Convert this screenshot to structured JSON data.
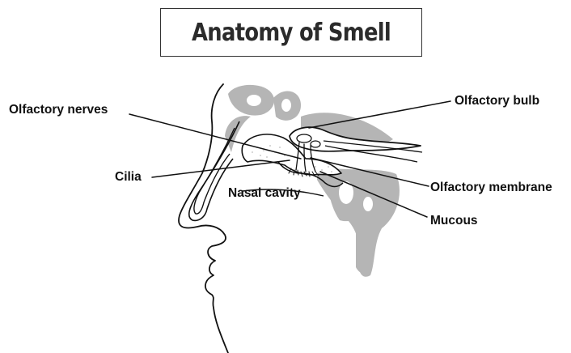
{
  "title": "Anatomy of Smell",
  "labels": {
    "olfactory_nerves": "Olfactory nerves",
    "olfactory_bulb": "Olfactory bulb",
    "cilia": "Cilia",
    "nasal_cavity": "Nasal cavity",
    "olfactory_membrane": "Olfactory membrane",
    "mucous": "Mucous"
  },
  "colors": {
    "bone": "#b5b5b5",
    "line": "#111111",
    "stipple": "#d9d9d9"
  }
}
